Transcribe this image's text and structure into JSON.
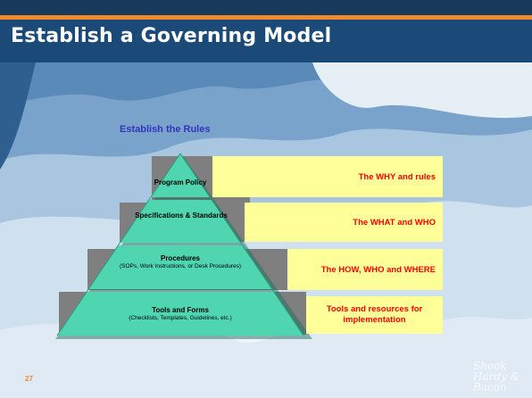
{
  "slide": {
    "title": "Establish a Governing Model",
    "subtitle": "Establish the Rules",
    "page_number": "27"
  },
  "pyramid": {
    "tiers": [
      {
        "title": "Program Policy",
        "detail": ""
      },
      {
        "title": "Specifications & Standards",
        "detail": ""
      },
      {
        "title": "Procedures",
        "detail": "(SOPs, Work Instructions, or Desk Procedures)"
      },
      {
        "title": "Tools and Forms",
        "detail": "(Checklists, Templates, Guidelines, etc.)"
      }
    ],
    "callouts": [
      "The WHY and rules",
      "The WHAT and WHO",
      "The HOW, WHO and WHERE",
      "Tools and resources for implementation"
    ]
  },
  "logo": {
    "lines": [
      "Shook",
      "Hardy &",
      "Bacon"
    ]
  },
  "colors": {
    "title_bar": "#1c4a78",
    "accent": "#f08a2c",
    "background": "#5a8ab8",
    "pyramid_fill": "#4fd6b0",
    "callout_fill": "#ffff99",
    "callout_text": "#ff0000",
    "subtitle_text": "#3333bb"
  }
}
